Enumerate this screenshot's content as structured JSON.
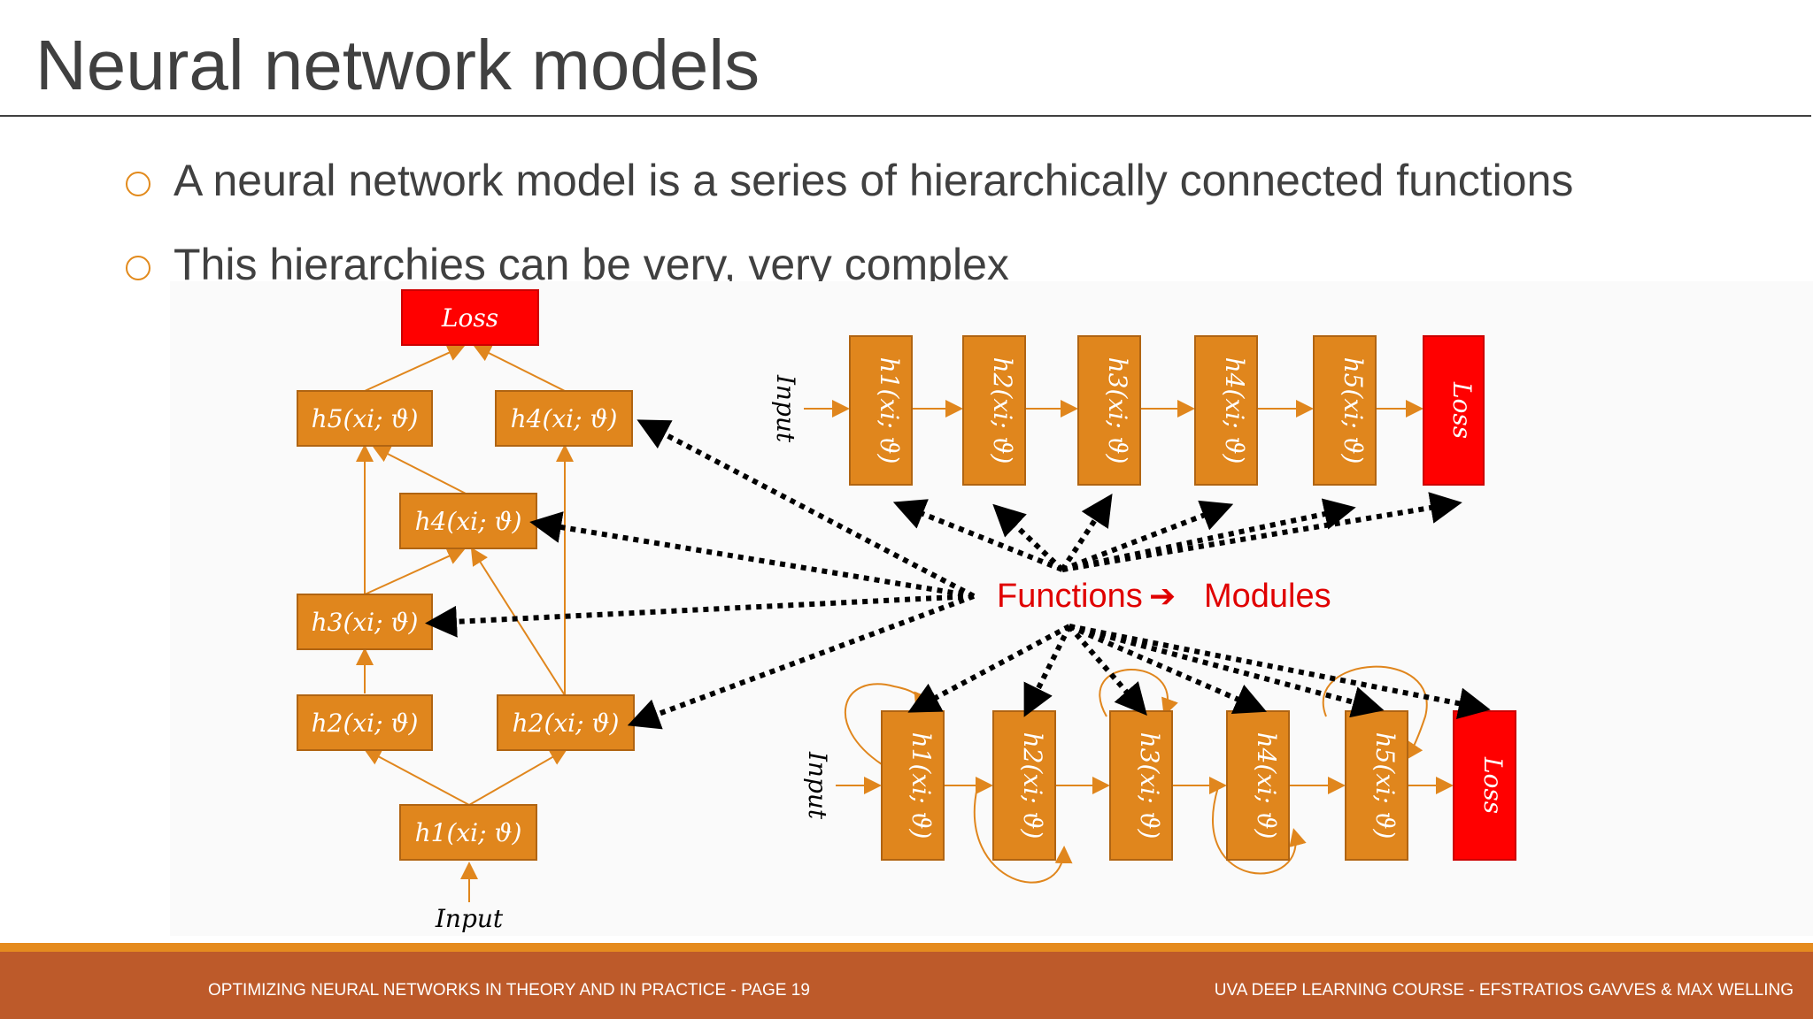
{
  "slide": {
    "title": "Neural network models",
    "bullets": [
      "A neural network model is a series of hierarchically connected functions",
      "This hierarchies can be very, very complex"
    ]
  },
  "diagram": {
    "center_label_left": "Functions",
    "center_arrow": "➔",
    "center_label_right": "Modules",
    "graph": {
      "loss": "Loss",
      "input": "Input",
      "nodes": [
        "h5(xi; ϑ)",
        "h4(xi; ϑ)",
        "h4(xi; ϑ)",
        "h3(xi; ϑ)",
        "h2(xi; ϑ)",
        "h2(xi; ϑ)",
        "h1(xi; ϑ)"
      ]
    },
    "chain_top": {
      "input": "Input",
      "nodes": [
        "h1(xi; ϑ)",
        "h2(xi; ϑ)",
        "h3(xi; ϑ)",
        "h4(xi; ϑ)",
        "h5(xi; ϑ)"
      ],
      "loss": "Loss"
    },
    "chain_bottom": {
      "input": "Input",
      "nodes": [
        "h1(xi; ϑ)",
        "h2(xi; ϑ)",
        "h3(xi; ϑ)",
        "h4(xi; ϑ)",
        "h5(xi; ϑ)"
      ],
      "loss": "Loss"
    }
  },
  "footer": {
    "left": "OPTIMIZING NEURAL NETWORKS IN THEORY AND IN PRACTICE - PAGE 19",
    "right": "UVA DEEP LEARNING COURSE - EFSTRATIOS GAVVES  & MAX WELLING"
  },
  "colors": {
    "accent": "#e28a1c",
    "box": "#e0861d",
    "loss": "#ff0000",
    "footer": "#bd5a2a",
    "footer_top": "#e58b1f",
    "text": "#404040"
  }
}
